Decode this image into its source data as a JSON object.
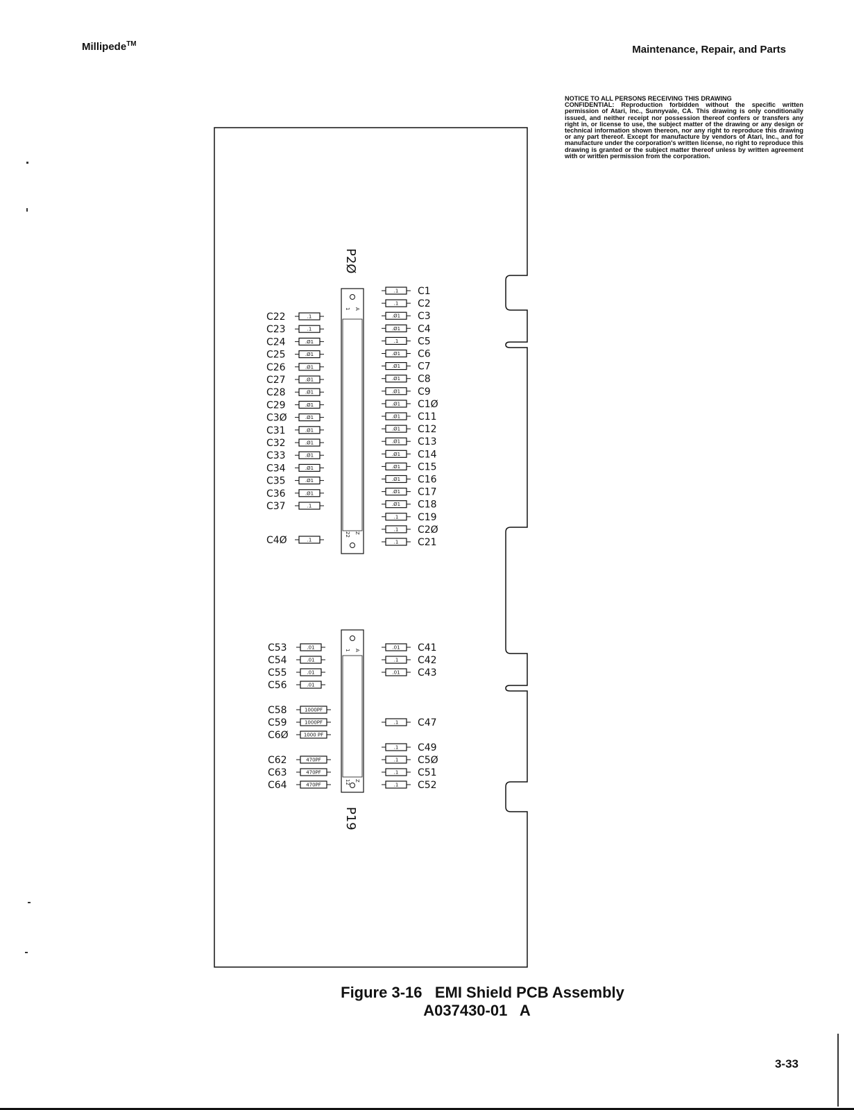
{
  "header": {
    "title": "Millipede",
    "title_mark": "TM",
    "section": "Maintenance, Repair, and Parts"
  },
  "notice": {
    "heading": "NOTICE TO ALL PERSONS RECEIVING THIS DRAWING",
    "body": "CONFIDENTIAL: Reproduction forbidden without the specific written permission of Atari, Inc., Sunnyvale, CA. This drawing is only conditionally issued, and neither receipt nor possession thereof confers or transfers any right in, or license to use, the subject matter of the drawing or any design or technical information shown thereon, nor any right to reproduce this drawing or any part thereof. Except for manufacture by vendors of Atari, Inc., and for manufacture under the corporation's written license, no right to reproduce this drawing is granted or the subject matter thereof unless by written agreement with or written permission from the corporation."
  },
  "connectors": [
    {
      "id": "P2Ø",
      "pin_first": "1",
      "pin_first_letter": "A",
      "pin_last": "22",
      "pin_last_letter": "Z"
    },
    {
      "id": "P19",
      "pin_first": "1",
      "pin_first_letter": "A",
      "pin_last": "12",
      "pin_last_letter": "Z"
    }
  ],
  "capacitors_left_top": [
    {
      "ref": "C22",
      "value": ".1"
    },
    {
      "ref": "C23",
      "value": ".1"
    },
    {
      "ref": "C24",
      "value": ".Ø1"
    },
    {
      "ref": "C25",
      "value": ".Ø1"
    },
    {
      "ref": "C26",
      "value": ".Ø1"
    },
    {
      "ref": "C27",
      "value": ".Ø1"
    },
    {
      "ref": "C28",
      "value": ".Ø1"
    },
    {
      "ref": "C29",
      "value": ".Ø1"
    },
    {
      "ref": "C3Ø",
      "value": ".Ø1"
    },
    {
      "ref": "C31",
      "value": ".Ø1"
    },
    {
      "ref": "C32",
      "value": ".Ø1"
    },
    {
      "ref": "C33",
      "value": ".Ø1"
    },
    {
      "ref": "C34",
      "value": ".Ø1"
    },
    {
      "ref": "C35",
      "value": ".Ø1"
    },
    {
      "ref": "C36",
      "value": ".Ø1"
    },
    {
      "ref": "C37",
      "value": ".1"
    }
  ],
  "capacitor_c40": {
    "ref": "C4Ø",
    "value": ".1"
  },
  "capacitors_right_top": [
    {
      "ref": "C1",
      "value": ".1"
    },
    {
      "ref": "C2",
      "value": ".1"
    },
    {
      "ref": "C3",
      "value": ".Ø1"
    },
    {
      "ref": "C4",
      "value": ".Ø1"
    },
    {
      "ref": "C5",
      "value": ".1"
    },
    {
      "ref": "C6",
      "value": ".Ø1"
    },
    {
      "ref": "C7",
      "value": ".Ø1"
    },
    {
      "ref": "C8",
      "value": ".Ø1"
    },
    {
      "ref": "C9",
      "value": ".Ø1"
    },
    {
      "ref": "C1Ø",
      "value": ".Ø1"
    },
    {
      "ref": "C11",
      "value": ".Ø1"
    },
    {
      "ref": "C12",
      "value": ".Ø1"
    },
    {
      "ref": "C13",
      "value": ".Ø1"
    },
    {
      "ref": "C14",
      "value": ".Ø1"
    },
    {
      "ref": "C15",
      "value": ".Ø1"
    },
    {
      "ref": "C16",
      "value": ".Ø1"
    },
    {
      "ref": "C17",
      "value": ".Ø1"
    },
    {
      "ref": "C18",
      "value": ".Ø1"
    },
    {
      "ref": "C19",
      "value": ".1"
    },
    {
      "ref": "C2Ø",
      "value": ".1"
    },
    {
      "ref": "C21",
      "value": ".1"
    }
  ],
  "capacitors_left_bottom": [
    {
      "ref": "C53",
      "value": ".01"
    },
    {
      "ref": "C54",
      "value": ".01"
    },
    {
      "ref": "C55",
      "value": ".01"
    },
    {
      "ref": "C56",
      "value": ".01"
    },
    {
      "ref": "C58",
      "value": "1000PF"
    },
    {
      "ref": "C59",
      "value": "1000PF"
    },
    {
      "ref": "C6Ø",
      "value": "1000 PF"
    },
    {
      "ref": "C62",
      "value": "470PF"
    },
    {
      "ref": "C63",
      "value": "470PF"
    },
    {
      "ref": "C64",
      "value": "470PF"
    }
  ],
  "capacitors_right_bottom": [
    {
      "ref": "C41",
      "value": ".01"
    },
    {
      "ref": "C42",
      "value": ".1"
    },
    {
      "ref": "C43",
      "value": ".01"
    },
    {
      "ref": "C47",
      "value": ".1"
    },
    {
      "ref": "C49",
      "value": ".1"
    },
    {
      "ref": "C5Ø",
      "value": ".1"
    },
    {
      "ref": "C51",
      "value": ".1"
    },
    {
      "ref": "C52",
      "value": ".1"
    }
  ],
  "caption": {
    "line1": "Figure 3-16   EMI Shield PCB Assembly",
    "line2": "A037430-01   A"
  },
  "page_number": "3-33"
}
